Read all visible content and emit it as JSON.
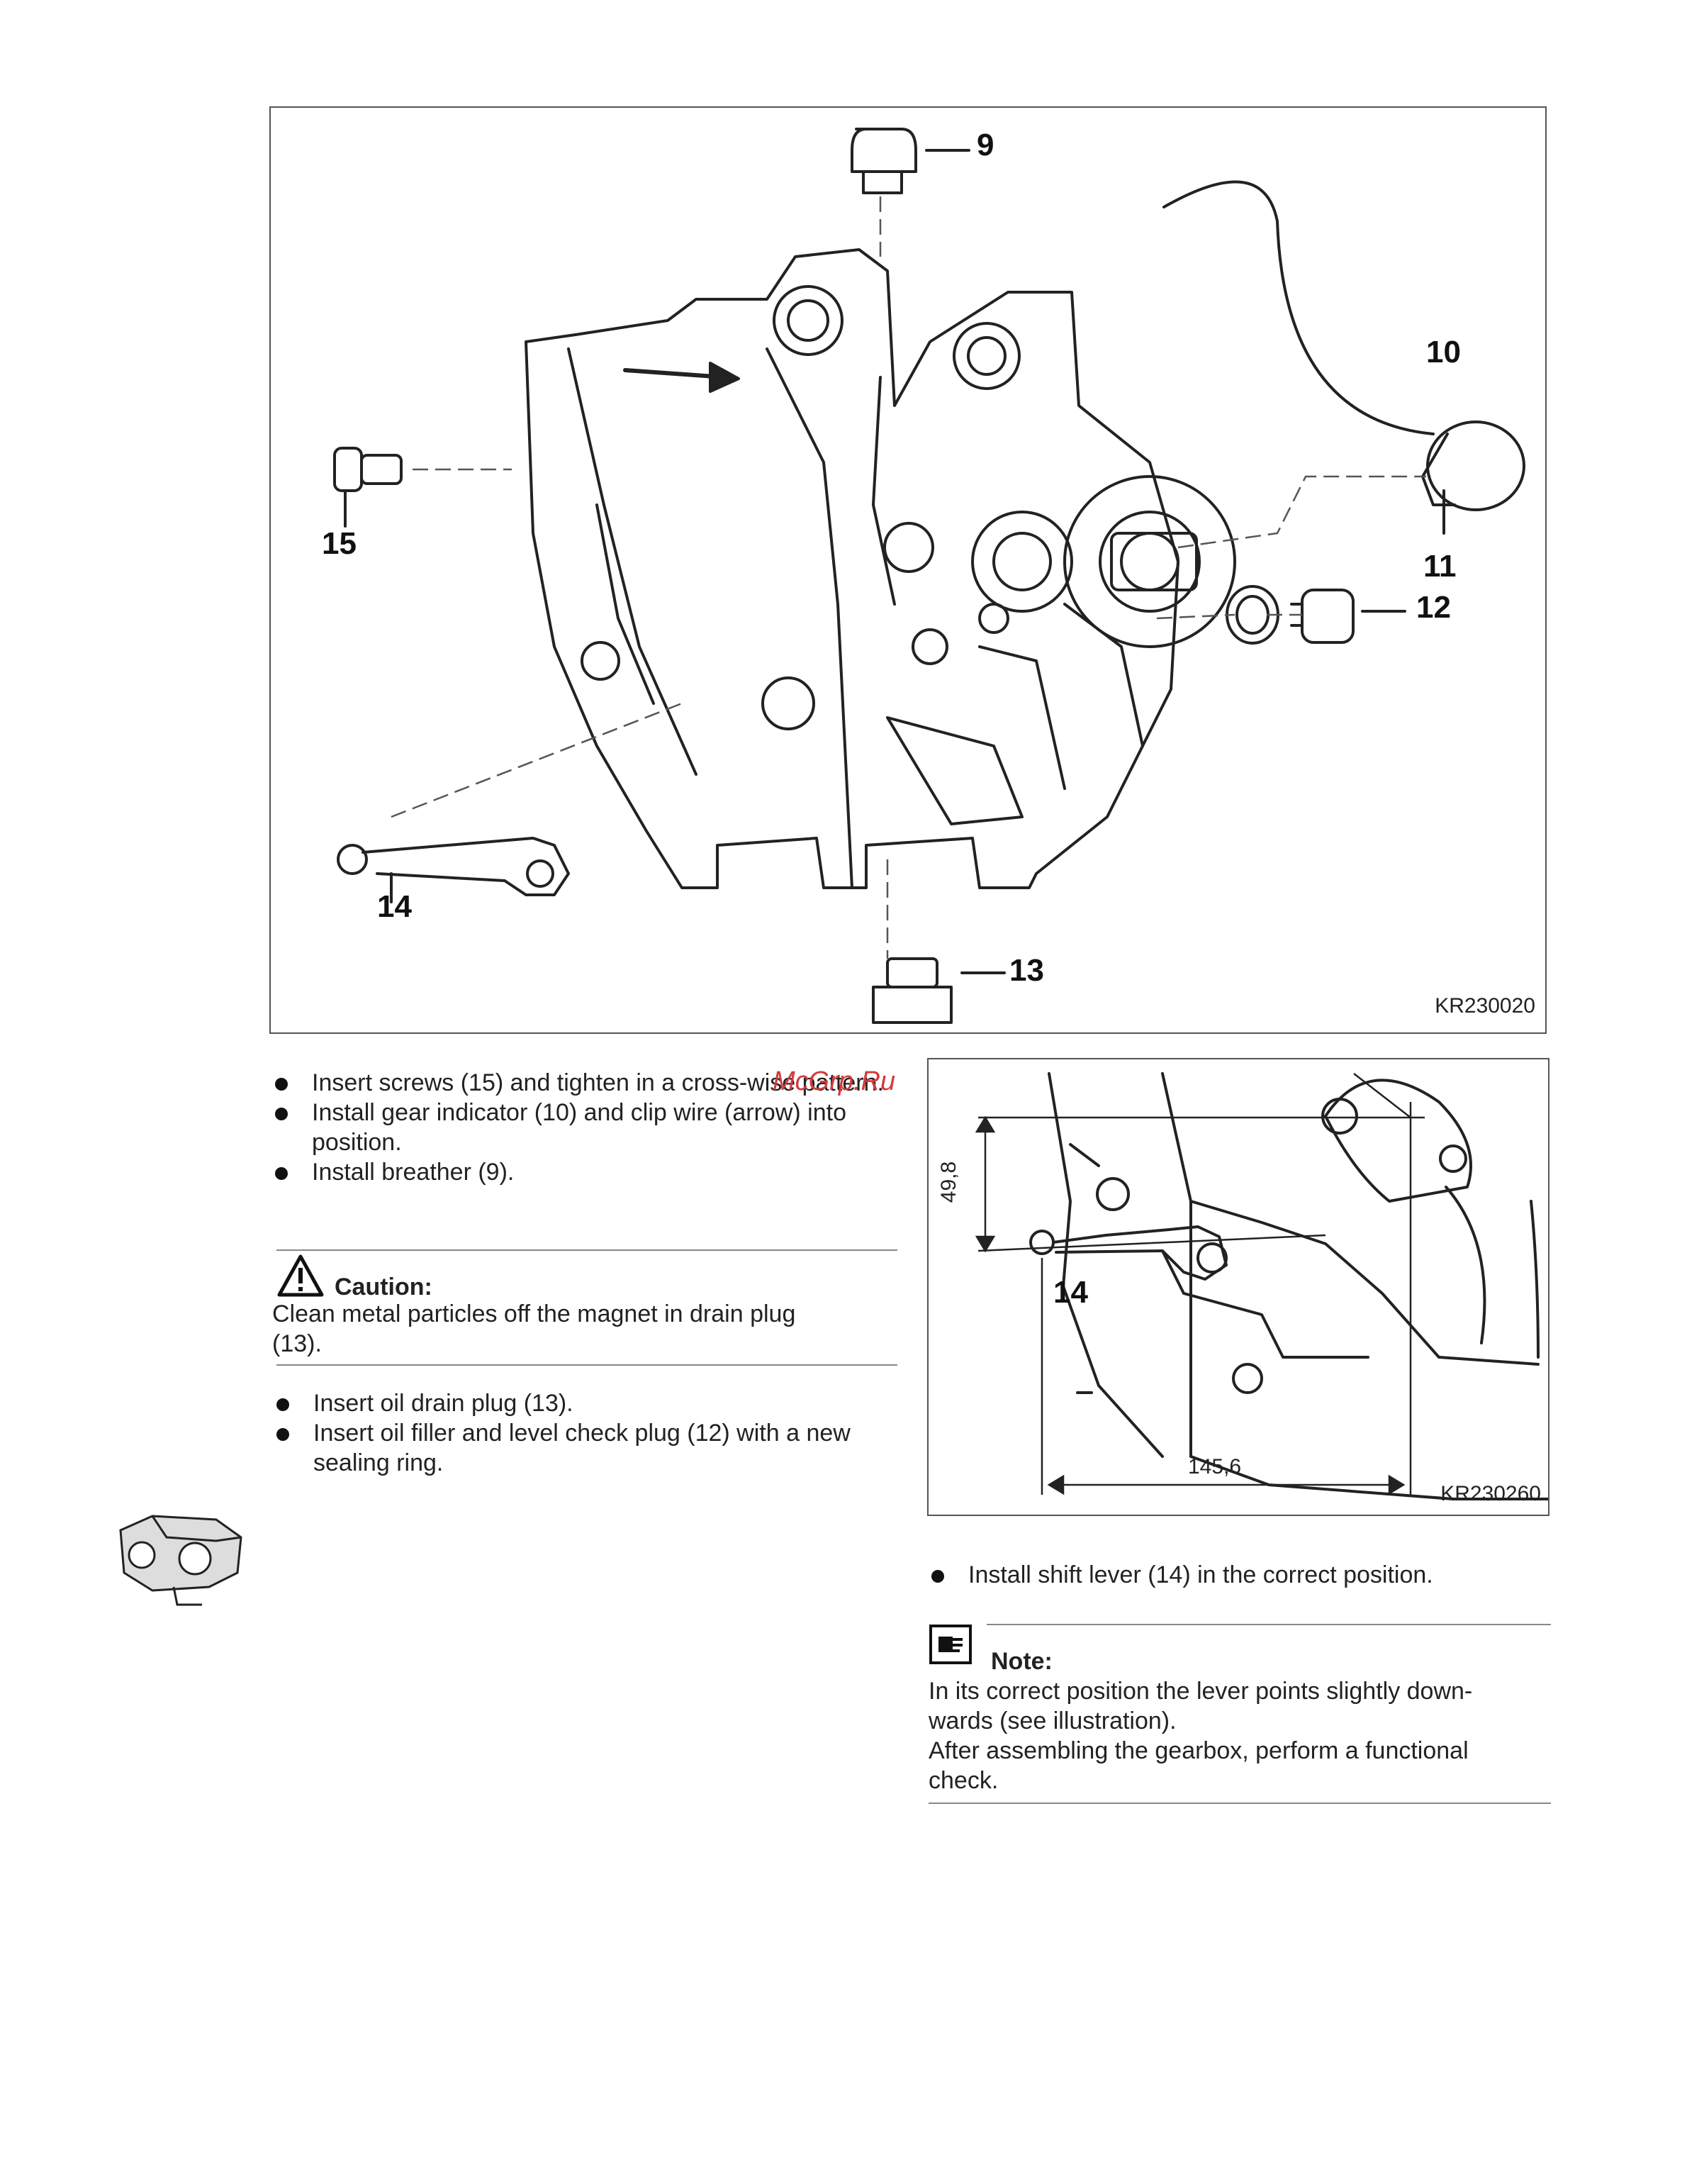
{
  "figure_main": {
    "callouts": [
      "9",
      "10",
      "11",
      "12",
      "13",
      "14",
      "15"
    ],
    "code": "KR230020"
  },
  "instructions_a": [
    "Insert screws (15) and tighten in a cross-wise pattern.",
    "Install gear indicator (10) and clip wire (arrow) into position.",
    "Install breather (9)."
  ],
  "caution": {
    "label": "Caution:",
    "text": "Clean metal particles off the magnet in drain plug (13)."
  },
  "instructions_b": [
    "Insert oil drain plug (13).",
    "Insert oil filler and level check plug (12) with a new sealing ring."
  ],
  "watermark": "McGrp.Ru",
  "figure_detail": {
    "callout": "14",
    "dim_vertical": "49,8",
    "dim_horizontal": "145,6",
    "code": "KR230260"
  },
  "instruction_c": "Install shift lever (14) in the correct position.",
  "note": {
    "label": "Note:",
    "line1": "In its correct position the lever points slightly down-",
    "line2": "wards (see illustration).",
    "line3": "After assembling the gearbox, perform a functional",
    "line4": "check."
  }
}
